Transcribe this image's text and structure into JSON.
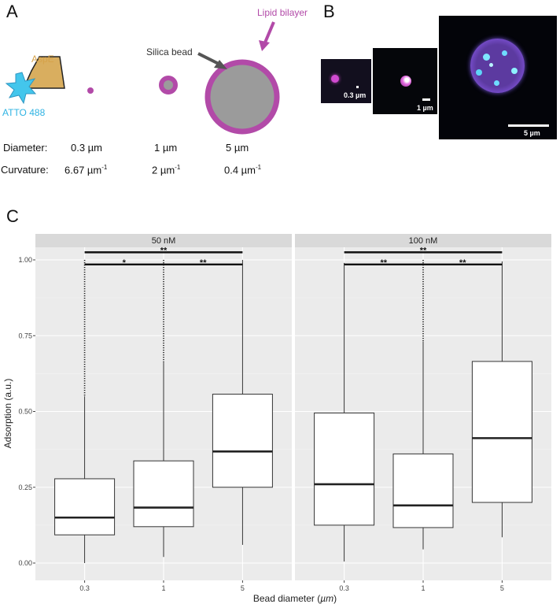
{
  "panel_labels": {
    "a": "A",
    "b": "B",
    "c": "C"
  },
  "panel_a": {
    "aspe_label": "AspE",
    "atto_label": "ATTO 488",
    "silica_label": "Silica bead",
    "lipid_label": "Lipid bilayer",
    "diameter_label": "Diameter:",
    "curvature_label": "Curvature:",
    "diameters": [
      "0.3 µm",
      "1 µm",
      "5 µm"
    ],
    "curvatures": [
      {
        "value": "6.67 µm",
        "exp": "-1"
      },
      {
        "value": "2 µm",
        "exp": "-1"
      },
      {
        "value": "0.4 µm",
        "exp": "-1"
      }
    ],
    "colors": {
      "lipid": "#b24aa8",
      "bead": "#9b9b9b",
      "aspe": "#d9ae5f",
      "atto": "#43c6ec"
    }
  },
  "panel_b": {
    "scale_labels": [
      "0.3 µm",
      "1 µm",
      "5 µm"
    ]
  },
  "chart_data": {
    "type": "box",
    "ylabel": "Adsorption (a.u.)",
    "xlabel_prefix": "Bead diameter (",
    "xlabel_unit": "µm",
    "xlabel_suffix": ")",
    "ylim": [
      0,
      1
    ],
    "yticks": [
      "0.00",
      "0.25",
      "0.50",
      "0.75",
      "1.00"
    ],
    "ytick_values": [
      0,
      0.25,
      0.5,
      0.75,
      1.0
    ],
    "categories": [
      "0.3",
      "1",
      "5"
    ],
    "grid": true,
    "facets": [
      {
        "name": "50 nM",
        "boxes": [
          {
            "category": "0.3",
            "whisker_low": 0.0,
            "q1": 0.093,
            "median": 0.15,
            "q3": 0.278,
            "whisker_high": 0.55
          },
          {
            "category": "1",
            "whisker_low": 0.02,
            "q1": 0.12,
            "median": 0.183,
            "q3": 0.337,
            "whisker_high": 0.66
          },
          {
            "category": "5",
            "whisker_low": 0.06,
            "q1": 0.25,
            "median": 0.368,
            "q3": 0.557,
            "whisker_high": 1.0
          }
        ],
        "outliers": [
          {
            "category": "0.3",
            "from": 0.55,
            "to": 1.0
          },
          {
            "category": "1",
            "from": 0.66,
            "to": 1.0
          }
        ],
        "significance": [
          {
            "from": "0.3",
            "to": "5",
            "y": 1.025,
            "label": "**"
          },
          {
            "from": "0.3",
            "to": "1",
            "y": 0.985,
            "label": "*"
          },
          {
            "from": "1",
            "to": "5",
            "y": 0.985,
            "label": "**"
          }
        ]
      },
      {
        "name": "100 nM",
        "boxes": [
          {
            "category": "0.3",
            "whisker_low": 0.005,
            "q1": 0.125,
            "median": 0.26,
            "q3": 0.495,
            "whisker_high": 0.99
          },
          {
            "category": "1",
            "whisker_low": 0.045,
            "q1": 0.117,
            "median": 0.19,
            "q3": 0.36,
            "whisker_high": 0.73
          },
          {
            "category": "5",
            "whisker_low": 0.085,
            "q1": 0.2,
            "median": 0.412,
            "q3": 0.665,
            "whisker_high": 0.995
          }
        ],
        "outliers": [
          {
            "category": "1",
            "from": 0.73,
            "to": 1.0
          }
        ],
        "significance": [
          {
            "from": "0.3",
            "to": "5",
            "y": 1.025,
            "label": "**"
          },
          {
            "from": "0.3",
            "to": "1",
            "y": 0.985,
            "label": "**"
          },
          {
            "from": "1",
            "to": "5",
            "y": 0.985,
            "label": "**"
          }
        ]
      }
    ]
  }
}
